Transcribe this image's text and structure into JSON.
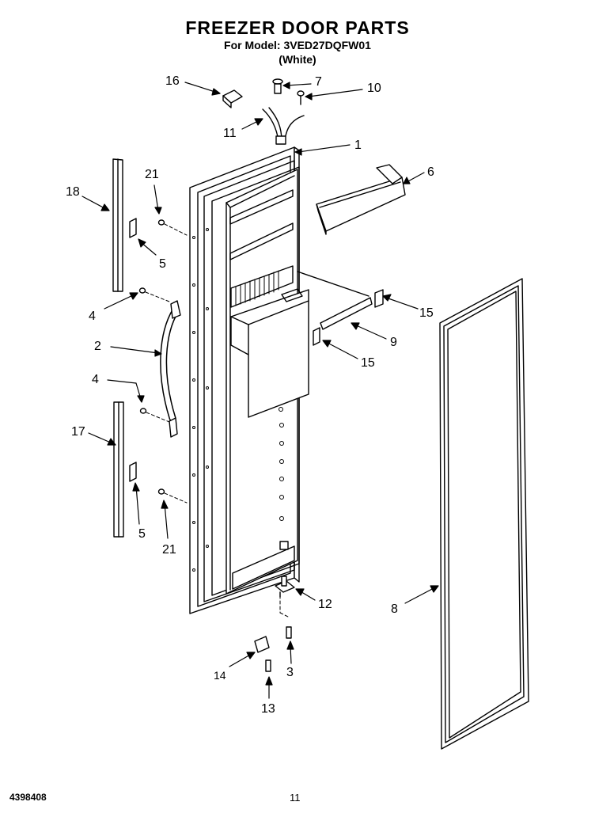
{
  "header": {
    "title": "FREEZER DOOR PARTS",
    "model_line": "For Model: 3VED27DQFW01",
    "color_line": "(White)"
  },
  "callouts": [
    {
      "id": "c16",
      "label": "16"
    },
    {
      "id": "c7",
      "label": "7"
    },
    {
      "id": "c10",
      "label": "10"
    },
    {
      "id": "c11",
      "label": "11"
    },
    {
      "id": "c1",
      "label": "1"
    },
    {
      "id": "c6",
      "label": "6"
    },
    {
      "id": "c21a",
      "label": "21"
    },
    {
      "id": "c18",
      "label": "18"
    },
    {
      "id": "c5a",
      "label": "5"
    },
    {
      "id": "c4a",
      "label": "4"
    },
    {
      "id": "c15a",
      "label": "15"
    },
    {
      "id": "c2",
      "label": "2"
    },
    {
      "id": "c9",
      "label": "9"
    },
    {
      "id": "c15b",
      "label": "15"
    },
    {
      "id": "c4b",
      "label": "4"
    },
    {
      "id": "c17",
      "label": "17"
    },
    {
      "id": "c5b",
      "label": "5"
    },
    {
      "id": "c21b",
      "label": "21"
    },
    {
      "id": "c12",
      "label": "12"
    },
    {
      "id": "c8",
      "label": "8"
    },
    {
      "id": "c14",
      "label": "14"
    },
    {
      "id": "c3",
      "label": "3"
    },
    {
      "id": "c13",
      "label": "13"
    }
  ],
  "footer": {
    "document_number": "4398408",
    "page_number": "11"
  }
}
